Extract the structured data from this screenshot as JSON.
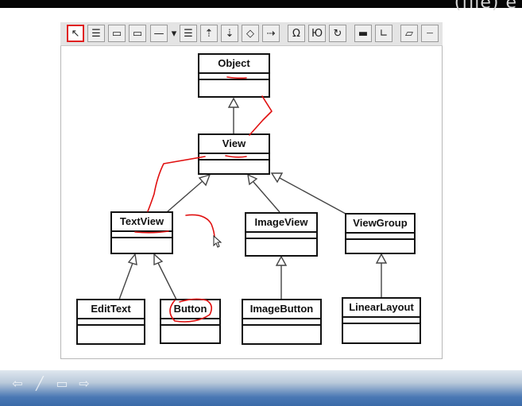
{
  "window": {
    "top_corner_text": "(file) e"
  },
  "toolbar": {
    "tools": [
      {
        "icon": "arrow-cursor-icon",
        "glyph": "↖",
        "active": true
      },
      {
        "icon": "class-box-icon",
        "glyph": "☰"
      },
      {
        "icon": "package-icon",
        "glyph": "▭"
      },
      {
        "icon": "package-plus-icon",
        "glyph": "▭"
      },
      {
        "icon": "line-icon",
        "glyph": "—"
      },
      {
        "icon": "line-dropdown-icon",
        "glyph": "▾"
      },
      {
        "icon": "interface-box-icon",
        "glyph": "☰"
      },
      {
        "icon": "generalization-arrow-icon",
        "glyph": "⇡"
      },
      {
        "icon": "realization-arrow-icon",
        "glyph": "⇣"
      },
      {
        "icon": "diamond-icon",
        "glyph": "◇"
      },
      {
        "icon": "dependency-arrow-icon",
        "glyph": "⇢"
      },
      {
        "icon": "omega-icon",
        "glyph": "Ω"
      },
      {
        "icon": "lollipop-icon",
        "glyph": "Ю"
      },
      {
        "icon": "cycle-icon",
        "glyph": "↻"
      },
      {
        "icon": "rectangle-icon",
        "glyph": "▬"
      },
      {
        "icon": "corner-icon",
        "glyph": "∟"
      },
      {
        "icon": "note-icon",
        "glyph": "▱"
      },
      {
        "icon": "dashed-line-icon",
        "glyph": "┈"
      }
    ]
  },
  "diagram": {
    "classes": [
      {
        "name": "Object"
      },
      {
        "name": "View"
      },
      {
        "name": "TextView"
      },
      {
        "name": "ImageView"
      },
      {
        "name": "ViewGroup"
      },
      {
        "name": "EditText"
      },
      {
        "name": "Button"
      },
      {
        "name": "ImageButton"
      },
      {
        "name": "LinearLayout"
      }
    ],
    "arrow_color": "#444444",
    "annotation_color": "#e01010"
  },
  "bottom_nav": {
    "icons": [
      {
        "icon": "back-arrow-icon",
        "glyph": "⇦"
      },
      {
        "icon": "pen-icon",
        "glyph": "╱"
      },
      {
        "icon": "slide-icon",
        "glyph": "▭"
      },
      {
        "icon": "forward-arrow-icon",
        "glyph": "⇨"
      }
    ]
  }
}
